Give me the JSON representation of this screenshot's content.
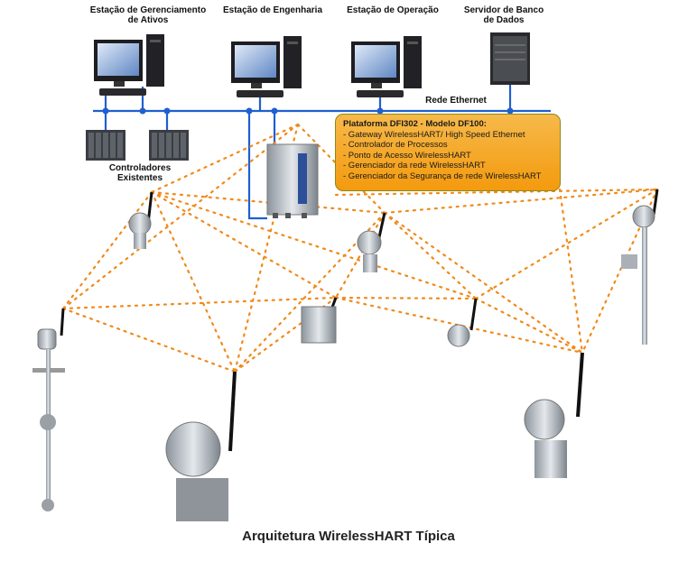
{
  "labels": {
    "asset_station": "Estação de Gerenciamento de Ativos",
    "engineering_station": "Estação de Engenharia",
    "operation_station": "Estação de Operação",
    "db_server": "Servidor de Banco de Dados",
    "ethernet": "Rede Ethernet",
    "controllers": "Controladores Existentes"
  },
  "platform": {
    "title": "Plataforma DFI302 - Modelo DF100:",
    "features": [
      "- Gateway WirelessHART/ High Speed Ethernet",
      "- Controlador de Processos",
      "- Ponto de Acesso WirelessHART",
      "- Gerenciador da rede WirelessHART",
      "- Gerenciador da Segurança de rede WirelessHART"
    ]
  },
  "caption": "Arquitetura WirelessHART Típica",
  "colors": {
    "ethernet": "#1f5fd0",
    "mesh": "#f08a1a",
    "note_fill": "#f5a623"
  }
}
